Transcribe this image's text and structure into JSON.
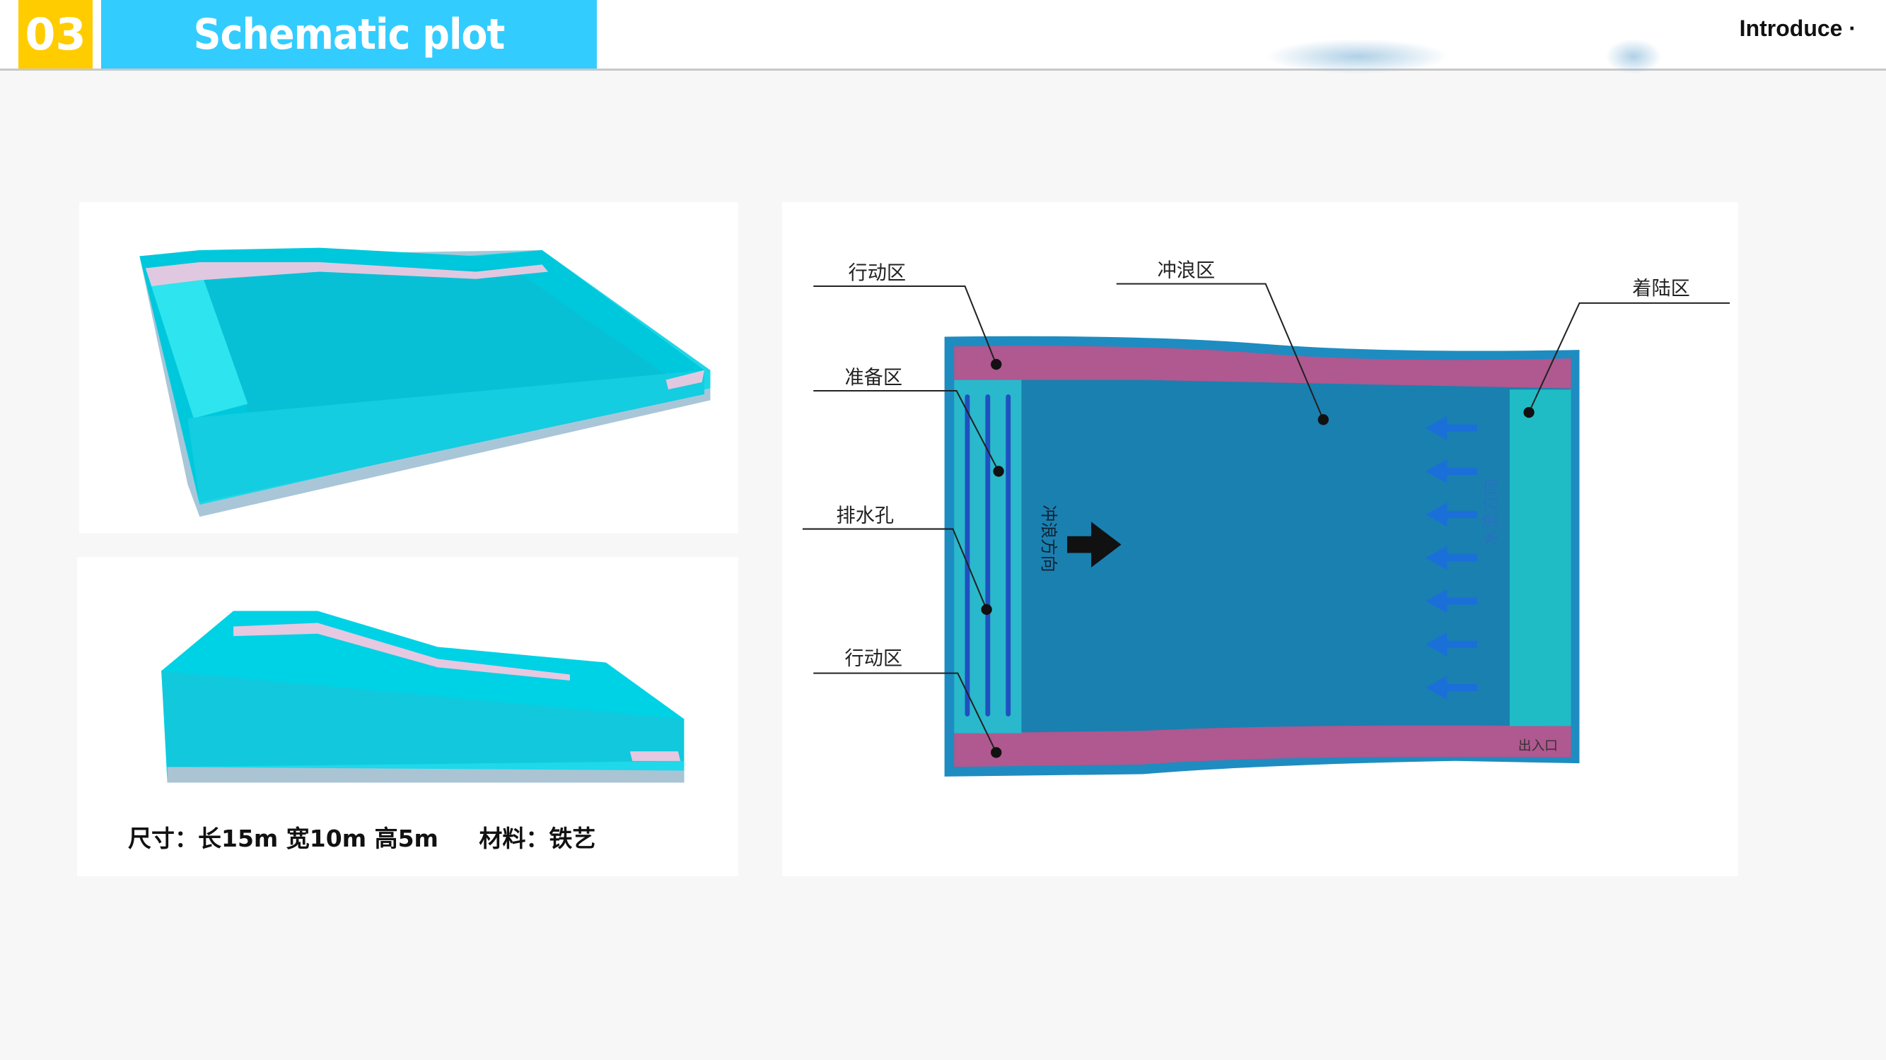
{
  "header": {
    "section_number": "03",
    "title": "Schematic plot",
    "nav_label": "Introduce ·"
  },
  "caption": {
    "size": "尺寸：长15m 宽10m 高5m",
    "material": "材料：铁艺"
  },
  "diagram": {
    "labels": {
      "action_zone_top": "行动区",
      "prep_zone": "准备区",
      "drain_holes": "排水孔",
      "action_zone_bottom": "行动区",
      "surf_zone": "冲浪区",
      "landing_zone": "着陆区",
      "surf_direction": "冲浪方向",
      "water_flow_direction": "水流方向",
      "entrance": "出入口"
    },
    "colors": {
      "pool_border": "#1e8cc0",
      "water": "#1a80b0",
      "walkway": "#b05890",
      "prep": "#2ab8cc",
      "flow_arrow": "#1a6fd8"
    }
  }
}
